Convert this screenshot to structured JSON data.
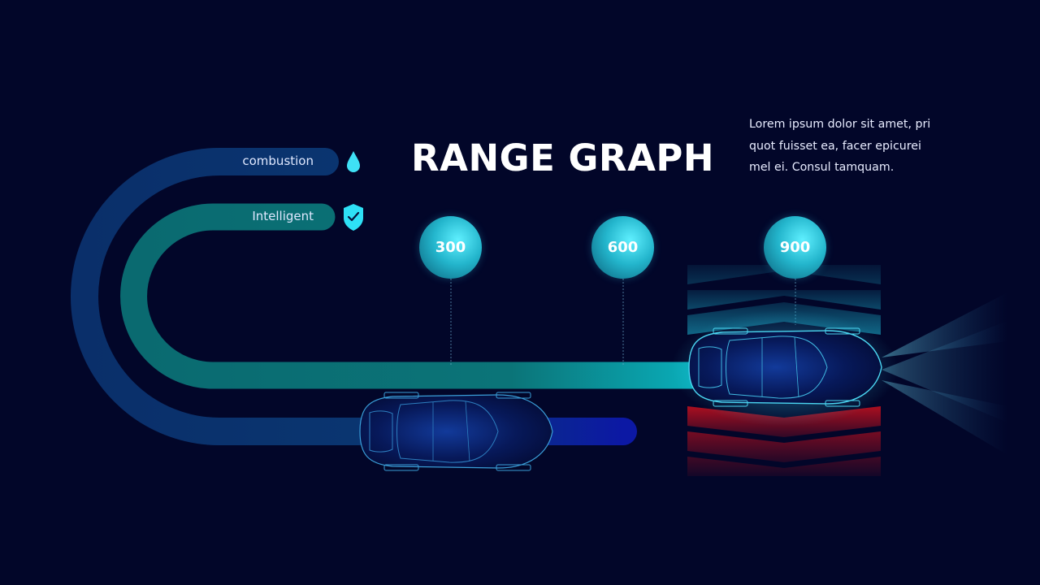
{
  "title": "RANGE GRAPH",
  "description": {
    "lines": [
      "Lorem ipsum dolor sit amet, pri",
      "quot fuisset ea, facer epicurei",
      "mel ei. Consul tamquam."
    ]
  },
  "tracks": [
    {
      "label": "combustion",
      "icon": "water-drop-icon",
      "color": "#0a2f6e"
    },
    {
      "label": "Intelligent",
      "icon": "shield-check-icon",
      "color": "#0a6f74"
    }
  ],
  "markers": [
    {
      "value": "300"
    },
    {
      "value": "600"
    },
    {
      "value": "900"
    }
  ],
  "colors": {
    "background": "#020629",
    "accent": "#3fe4ff",
    "danger": "#b0101f",
    "combustion_end": "#0c1a9e"
  }
}
